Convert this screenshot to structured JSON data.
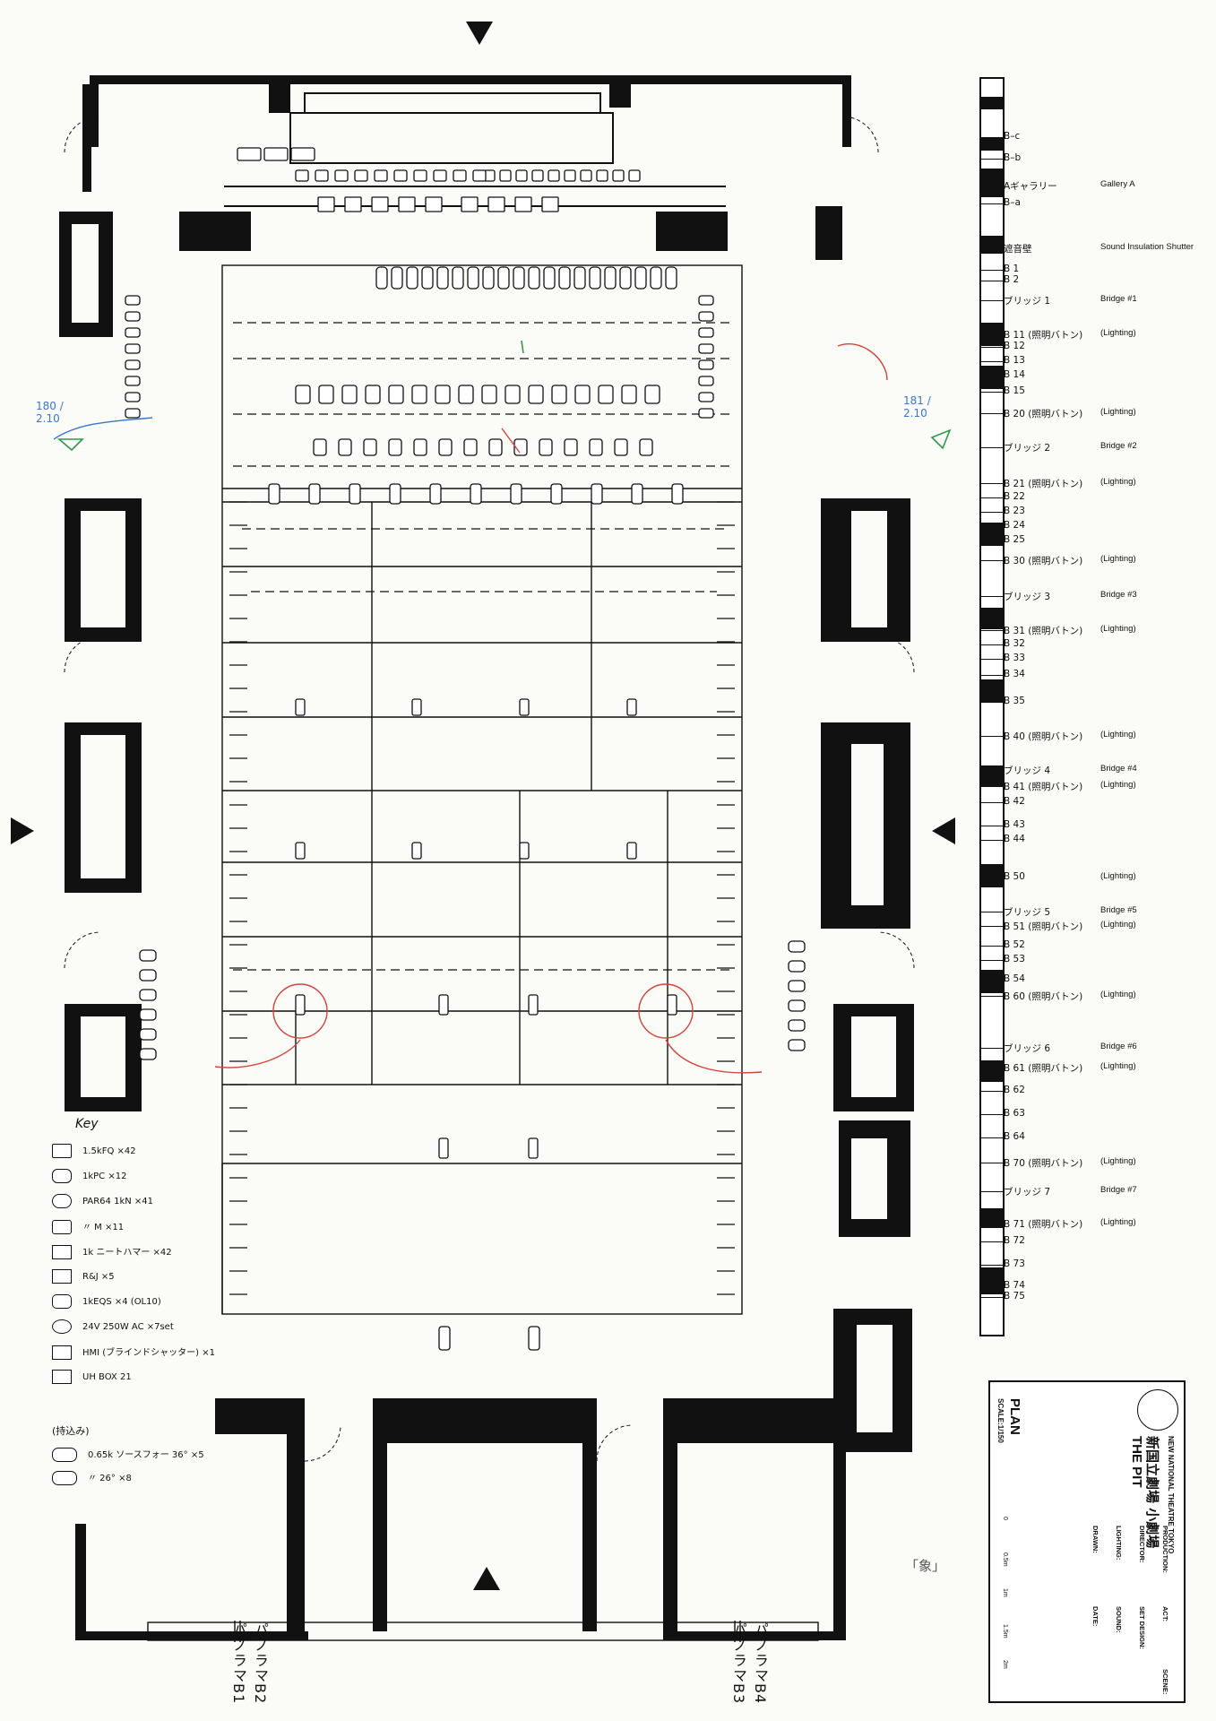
{
  "theatre": {
    "name_en": "NEW NATIONAL THEATRE TOKYO",
    "name_jp": "新国立劇場 小劇場",
    "venue": "THE PIT",
    "drawing_title": "PLAN",
    "scale": "SCALE:1/150"
  },
  "title_block_fields": [
    "PRODUCTION:",
    "DIRECTOR:",
    "SET DESIGN:",
    "LIGHTING:",
    "SOUND:",
    "DRAWN:",
    "DATE:",
    "ACT:",
    "SCENE:"
  ],
  "scale_bar": [
    "0",
    "0.5m",
    "1m",
    "1.5m",
    "2m"
  ],
  "bridge_rail": [
    {
      "jp": "B–c",
      "en": ""
    },
    {
      "jp": "B–b",
      "en": ""
    },
    {
      "jp": "Aギャラリー",
      "en": "Gallery A"
    },
    {
      "jp": "B–a",
      "en": ""
    },
    {
      "jp": "遮音壁",
      "en": "Sound Insulation Shutter"
    },
    {
      "jp": "B 1",
      "en": ""
    },
    {
      "jp": "B 2",
      "en": ""
    },
    {
      "jp": "ブリッジ 1",
      "en": "Bridge #1"
    },
    {
      "jp": "B 11 (照明バトン)",
      "en": "(Lighting)"
    },
    {
      "jp": "B 12",
      "en": ""
    },
    {
      "jp": "B 13",
      "en": ""
    },
    {
      "jp": "B 14",
      "en": ""
    },
    {
      "jp": "B 15",
      "en": ""
    },
    {
      "jp": "B 20 (照明バトン)",
      "en": "(Lighting)"
    },
    {
      "jp": "ブリッジ 2",
      "en": "Bridge #2"
    },
    {
      "jp": "B 21 (照明バトン)",
      "en": "(Lighting)"
    },
    {
      "jp": "B 22",
      "en": ""
    },
    {
      "jp": "B 23",
      "en": ""
    },
    {
      "jp": "B 24",
      "en": ""
    },
    {
      "jp": "B 25",
      "en": ""
    },
    {
      "jp": "B 30 (照明バトン)",
      "en": "(Lighting)"
    },
    {
      "jp": "ブリッジ 3",
      "en": "Bridge #3"
    },
    {
      "jp": "B 31 (照明バトン)",
      "en": "(Lighting)"
    },
    {
      "jp": "B 32",
      "en": ""
    },
    {
      "jp": "B 33",
      "en": ""
    },
    {
      "jp": "B 34",
      "en": ""
    },
    {
      "jp": "B 35",
      "en": ""
    },
    {
      "jp": "B 40 (照明バトン)",
      "en": "(Lighting)"
    },
    {
      "jp": "ブリッジ 4",
      "en": "Bridge #4"
    },
    {
      "jp": "B 41 (照明バトン)",
      "en": "(Lighting)"
    },
    {
      "jp": "B 42",
      "en": ""
    },
    {
      "jp": "B 43",
      "en": ""
    },
    {
      "jp": "B 44",
      "en": ""
    },
    {
      "jp": "B 50",
      "en": "(Lighting)"
    },
    {
      "jp": "ブリッジ 5",
      "en": "Bridge #5"
    },
    {
      "jp": "B 51 (照明バトン)",
      "en": "(Lighting)"
    },
    {
      "jp": "B 52",
      "en": ""
    },
    {
      "jp": "B 53",
      "en": ""
    },
    {
      "jp": "B 54",
      "en": ""
    },
    {
      "jp": "B 60 (照明バトン)",
      "en": "(Lighting)"
    },
    {
      "jp": "ブリッジ 6",
      "en": "Bridge #6"
    },
    {
      "jp": "B 61 (照明バトン)",
      "en": "(Lighting)"
    },
    {
      "jp": "B 62",
      "en": ""
    },
    {
      "jp": "B 63",
      "en": ""
    },
    {
      "jp": "B 64",
      "en": ""
    },
    {
      "jp": "B 70 (照明バトン)",
      "en": "(Lighting)"
    },
    {
      "jp": "ブリッジ 7",
      "en": "Bridge #7"
    },
    {
      "jp": "B 71 (照明バトン)",
      "en": "(Lighting)"
    },
    {
      "jp": "B 72",
      "en": ""
    },
    {
      "jp": "B 73",
      "en": ""
    },
    {
      "jp": "B 74",
      "en": ""
    },
    {
      "jp": "B 75",
      "en": ""
    }
  ],
  "key": {
    "title": "Key",
    "items": [
      "1.5kFQ ×42",
      "1kPC ×12",
      "PAR64 1kN ×41",
      "〃 M ×11",
      "1k ニートハマー ×42",
      "R&J ×5",
      "1kEQS ×4 (OL10)",
      "24V 250W AC ×7set",
      "HMI (ブラインドシャッター) ×1",
      "UH BOX 21"
    ],
    "section_title": "(持込み)",
    "extra_items": [
      "0.65k ソースフォー 36° ×5",
      "〃 26° ×8"
    ]
  },
  "panorama_labels": [
    "パノラマB2 パノラマB1",
    "パノラマB4 パノラマB3"
  ],
  "annotations": {
    "left_angle": "180 / 2.10",
    "right_angle": "181 / 2.10",
    "corner_mark": "「象」"
  },
  "colors": {
    "ink": "#111111",
    "paper": "#fbfbf7",
    "red_note": "#d2443a",
    "blue_note": "#3a78c8",
    "green_note": "#2f9a4f"
  }
}
